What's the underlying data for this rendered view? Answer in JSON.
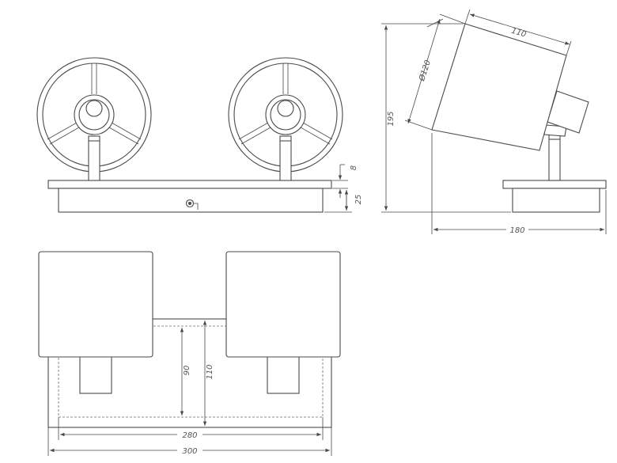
{
  "dimensions": {
    "bracket_thickness": "8",
    "base_height": "25",
    "total_height": "195",
    "shade_depth": "110",
    "shade_diameter": "Ø120",
    "side_depth": "180",
    "inner_depth_90": "90",
    "inner_depth_110": "110",
    "inner_width": "280",
    "total_width": "300"
  },
  "colors": {
    "line": "#4a4a4a",
    "dim_text": "#555555",
    "background": "#ffffff"
  }
}
